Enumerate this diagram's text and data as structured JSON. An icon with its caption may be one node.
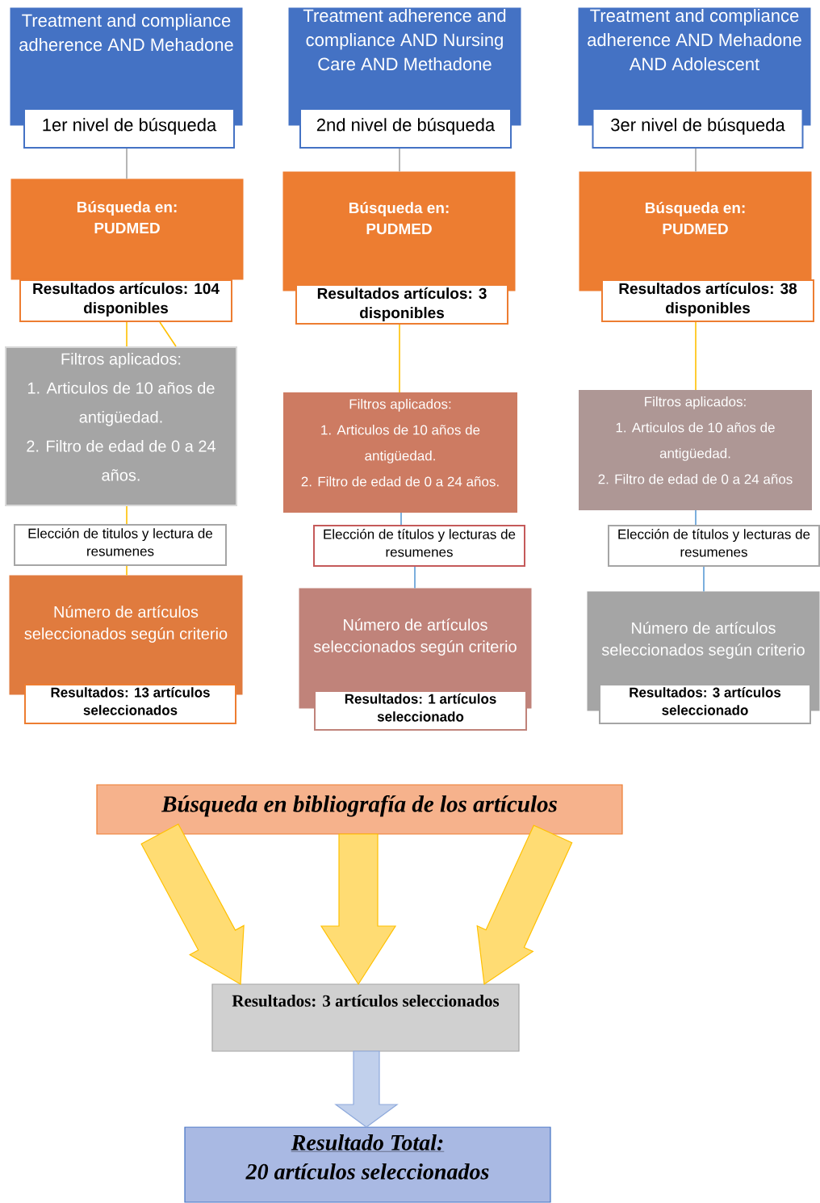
{
  "diagram": {
    "nodes": [
      {
        "text": [
          "Treatment and compliance adherence AND Mehadone"
        ]
      },
      {
        "text": [
          "1er nivel de búsqueda"
        ]
      },
      {
        "text": [
          "Búsqueda en: PUDMED"
        ]
      },
      {
        "text": [
          "Resultados artículos: 104 disponibles"
        ]
      },
      {
        "text": [
          "Filtros aplicados:",
          "1. Articulos de 10 años de antigüedad.",
          "2. Filtro de edad de 0 a 24 años."
        ]
      },
      {
        "text": [
          "Elección de titulos y lectura de resumenes"
        ]
      },
      {
        "text": [
          "Número de artículos seleccionados según criterio"
        ]
      },
      {
        "text": [
          "Resultados: 13 artículos seleccionados"
        ]
      },
      {
        "text": [
          "Treatment adherence and compliance AND Nursing Care AND Methadone"
        ]
      },
      {
        "text": [
          "2nd nivel de búsqueda"
        ]
      },
      {
        "text": [
          "Búsqueda en: PUDMED"
        ]
      },
      {
        "text": [
          "Resultados artículos: 3 disponibles"
        ]
      },
      {
        "text": [
          "Filtros aplicados:",
          "1. Articulos de 10 años de antigüedad.",
          "2. Filtro de edad de 0 a 24 años."
        ]
      },
      {
        "text": [
          "Elección de títulos y lecturas de resumenes"
        ]
      },
      {
        "text": [
          "Número de artículos seleccionados según criterio"
        ]
      },
      {
        "text": [
          "Resultados: 1 artículos seleccionado"
        ]
      },
      {
        "text": [
          "Treatment and compliance adherence AND Mehadone AND Adolescent"
        ]
      },
      {
        "text": [
          "3er nivel de búsqueda"
        ]
      },
      {
        "text": [
          "Búsqueda en: PUDMED"
        ]
      },
      {
        "text": [
          "Resultados artículos: 38 disponibles"
        ]
      },
      {
        "text": [
          "Filtros aplicados:",
          "1. Articulos de 10 años de antigüedad.",
          "2. Filtro de edad de 0 a 24 años"
        ]
      },
      {
        "text": [
          "Elección de títulos y lecturas de resumenes"
        ]
      },
      {
        "text": [
          "Número de artículos seleccionados según criterio"
        ]
      },
      {
        "text": [
          "Resultados: 3 artículos seleccionado"
        ]
      },
      {
        "text": [
          "Búsqueda en bibliografía de los artículos"
        ]
      },
      {
        "text": [
          "Resultados: 3 artículos seleccionados"
        ]
      },
      {
        "text": [
          "Resultado Total:",
          "20 artículos seleccionados"
        ]
      }
    ],
    "edges": [
      {
        "from": 1,
        "to": 2,
        "arrow": "none",
        "color": "#a5a5a5"
      },
      {
        "from": 3,
        "to": 4,
        "arrow": "none"
      },
      {
        "from": 3,
        "to": 4,
        "arrow": "none"
      },
      {
        "from": 4,
        "to": 5,
        "arrow": "none"
      },
      {
        "from": 5,
        "to": 6,
        "arrow": "none"
      },
      {
        "from": 9,
        "to": 10,
        "arrow": "none",
        "color": "#a5a5a5"
      },
      {
        "from": 11,
        "to": 12,
        "arrow": "none"
      },
      {
        "from": 12,
        "to": 13,
        "arrow": "none",
        "color": "#5b9bd5"
      },
      {
        "from": 13,
        "to": 14,
        "arrow": "none",
        "color": "#5b9bd5"
      },
      {
        "from": 17,
        "to": 18,
        "arrow": "none",
        "color": "#a5a5a5"
      },
      {
        "from": 19,
        "to": 20,
        "arrow": "none"
      },
      {
        "from": 20,
        "to": 21,
        "arrow": "none",
        "color": "#5b9bd5"
      },
      {
        "from": 21,
        "to": 22,
        "arrow": "none",
        "color": "#5b9bd5"
      },
      {
        "from": 24,
        "to": 25,
        "arrow": "to",
        "style": "thick"
      },
      {
        "from": 24,
        "to": 25,
        "arrow": "to",
        "style": "thick"
      },
      {
        "from": 24,
        "to": 25,
        "arrow": "to",
        "style": "thick"
      },
      {
        "from": 25,
        "to": 26,
        "arrow": "to",
        "style": "thick",
        "color": "#8faadc"
      }
    ]
  }
}
